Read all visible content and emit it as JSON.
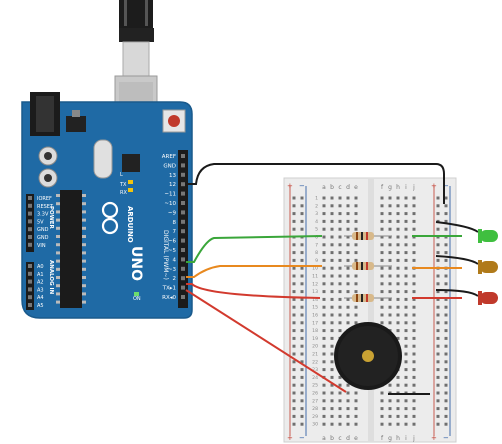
{
  "board": {
    "brand": "ARDUINO",
    "model": "UNO",
    "tx_label": "TX",
    "rx_label": "RX",
    "l_label": "L",
    "on_label": "ON",
    "digital_label": "DIGITAL (PWM~)",
    "power_label": "POWER",
    "analog_label": "ANALOG IN",
    "digital_pins": [
      "AREF",
      "GND",
      "13",
      "12",
      "~11",
      "~10",
      "~9",
      "8",
      "7",
      "~6",
      "~5",
      "4",
      "~3",
      "2",
      "TX▸1",
      "RX◂0"
    ],
    "power_pins": [
      "IOREF",
      "RESET",
      "3.3V",
      "5V",
      "GND",
      "GND",
      "VIN"
    ],
    "analog_pins": [
      "A0",
      "A1",
      "A2",
      "A3",
      "A4",
      "A5"
    ]
  },
  "breadboard": {
    "cols_left": [
      "a",
      "b",
      "c",
      "d",
      "e"
    ],
    "cols_right": [
      "f",
      "g",
      "h",
      "i",
      "j"
    ],
    "rail_plus": "+",
    "rail_minus": "−",
    "row_numbers": [
      "1",
      "2",
      "3",
      "4",
      "5",
      "6",
      "7",
      "8",
      "9",
      "10",
      "11",
      "12",
      "13",
      "14",
      "15",
      "16",
      "17",
      "18",
      "19",
      "20",
      "21",
      "22",
      "23",
      "24",
      "25",
      "26",
      "27",
      "28",
      "29",
      "30"
    ]
  },
  "components": {
    "leds": [
      {
        "name": "led-green",
        "color": "#3fbf3f"
      },
      {
        "name": "led-yellow",
        "color": "#b07a1a"
      },
      {
        "name": "led-red",
        "color": "#c0392b"
      }
    ],
    "buzzer_color": "#1a1a1a",
    "resistor_count": 3
  },
  "wires": {
    "green": "#3aa63a",
    "orange": "#e8891f",
    "red": "#d23a2e",
    "black": "#1a1a1a"
  },
  "colors": {
    "board_blue": "#1f6aa5",
    "board_edge": "#1a5a8c"
  }
}
